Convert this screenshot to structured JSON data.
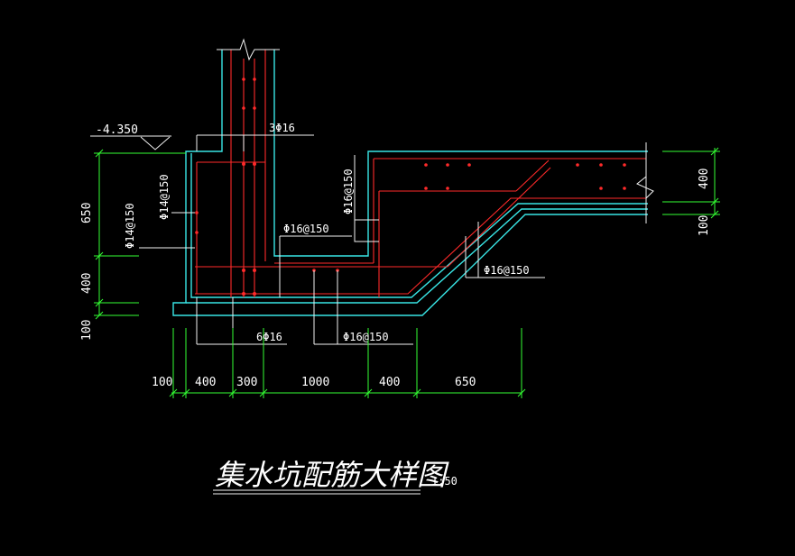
{
  "title": "集水坑配筋大样图",
  "scale": "1:50",
  "elevation": "-4.350",
  "rebar_labels": {
    "top_wall": "3Φ16",
    "outer_left": "Φ14@150",
    "inner_left": "Φ14@150",
    "pit_wall": "Φ16@150",
    "pit_bottom": "Φ16@150",
    "slope": "Φ16@150",
    "bottom_vertical": "6Φ16",
    "bottom_slab": "Φ16@150"
  },
  "dims_bottom": [
    "100",
    "400",
    "300",
    "1000",
    "400",
    "650"
  ],
  "dims_left": [
    "650",
    "400",
    "100"
  ],
  "dims_right": [
    "400",
    "100"
  ],
  "colors": {
    "background": "#000000",
    "concrete_outline": "#39e6e6",
    "rebar": "#ff2a2a",
    "leader": "#f2f2f2",
    "dimension": "#33ff33"
  }
}
